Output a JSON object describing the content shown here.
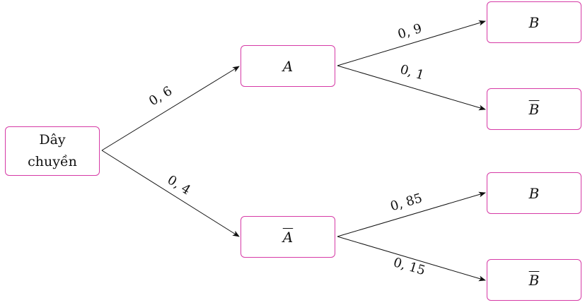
{
  "nodes": {
    "root": {
      "line1": "Dây",
      "line2": "chuyền"
    },
    "a": "A",
    "a_bar": "A",
    "b_top": "B",
    "b_bar_top": "B",
    "b_bottom": "B",
    "b_bar_bottom": "B"
  },
  "edges": {
    "root_to_a": "0, 6",
    "root_to_a_bar": "0, 4",
    "a_to_b": "0, 9",
    "a_to_b_bar": "0, 1",
    "a_bar_to_b": "0, 85",
    "a_bar_to_b_bar": "0, 15"
  },
  "colors": {
    "box_border": "#d63aa6",
    "line": "#111111"
  }
}
